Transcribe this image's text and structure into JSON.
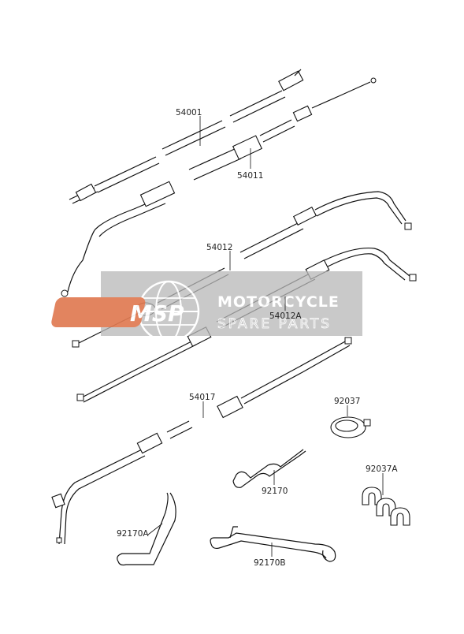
{
  "watermark": {
    "logo_text": "MSP",
    "title": "MOTORCYCLE",
    "subtitle": "SPARE PARTS",
    "colors": {
      "box": "#b8b8b8",
      "logo": "#e07a52"
    }
  },
  "parts": [
    {
      "id": "p54001",
      "label": "54001"
    },
    {
      "id": "p54011",
      "label": "54011"
    },
    {
      "id": "p54012",
      "label": "54012"
    },
    {
      "id": "p54012A",
      "label": "54012A"
    },
    {
      "id": "p54017",
      "label": "54017"
    },
    {
      "id": "p92037",
      "label": "92037"
    },
    {
      "id": "p92037A",
      "label": "92037A"
    },
    {
      "id": "p92170",
      "label": "92170"
    },
    {
      "id": "p92170A",
      "label": "92170A"
    },
    {
      "id": "p92170B",
      "label": "92170B"
    }
  ]
}
